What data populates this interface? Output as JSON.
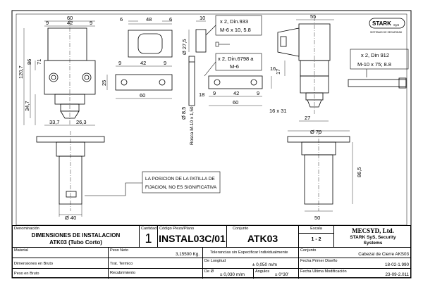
{
  "dims": {
    "d60a": "60",
    "d9a": "9",
    "d42a": "42",
    "d9b": "9",
    "d6a": "6",
    "d48": "48",
    "d6b": "6",
    "d10": "10",
    "d55": "55",
    "d86": "86",
    "d71": "71",
    "d1207": "120,7",
    "d25": "25",
    "d347": "34,7",
    "d337": "33,7",
    "d263": "26,3",
    "d275": "Ø 27,5",
    "d9c": "9",
    "d42b": "42",
    "d9d": "9",
    "d60b": "60",
    "d16": "16",
    "d17": "17",
    "d85": "Ø 8,5",
    "rosca": "Rosca M-10 x 1,50",
    "d18": "18",
    "d9e": "9",
    "d42c": "42",
    "d9f": "9",
    "d60c": "60",
    "d16x31": "16 x 31",
    "d27": "27",
    "d79": "Ø 79",
    "d865": "86,5",
    "d40": "Ø 40",
    "d50": "50"
  },
  "callouts": {
    "din933_l1": "x 2, Din.933",
    "din933_l2": "M-6 x 10, 5.8",
    "din6798_l1": "x 2, Din.6798 a",
    "din6798_l2": "M-6",
    "din912_l1": "x 2, Din 912",
    "din912_l2": "M-10 x 75; 8.8",
    "note_l1": "LA POSICION DE LA PATILLA DE",
    "note_l2": "FIJACION, NO ES SIGNIFICATIVA"
  },
  "logo": {
    "brand": "STARK",
    "suffix": "SyS",
    "subtitle": "SISTEMAS DE SEGURIDAD"
  },
  "title_block": {
    "denominacion_label": "Denominación",
    "title_l1": "DIMENSIONES DE INSTALACION",
    "title_l2": "ATK03 (Tubo Corto)",
    "cantidad_label": "Cantidad",
    "cantidad": "1",
    "codigo_label": "Código Pieza/Plano",
    "codigo": "INSTAL03C/01",
    "conjunto_label": "Conjunto",
    "conjunto": "ATK03",
    "escala_label": "Escala",
    "escala": "1 - 2",
    "company_l1": "MECSYD, Ltd.",
    "company_l2": "STARK SyS, Security",
    "company_l3": "Systems",
    "material_label": "Material",
    "peso_neto_label": "Peso Neto",
    "peso_neto": "3,15500 Kg.",
    "tolerancias": "Tolerancias sin Especificar Individualmente",
    "conjunto2_label": "Conjunto",
    "conjunto2": "Cabezal de Cierre AKS03",
    "dim_bruto_label": "Dimensiones en Bruto",
    "trat_label": "Trat. Termico",
    "long_label": "De Longitud",
    "long_val": "± 0,050 m/m",
    "fecha_disenio_label": "Fecha Primer Diseño",
    "fecha_disenio": "18-02-1.990",
    "peso_bruto_label": "Peso en Bruto",
    "recubrimiento_label": "Recubrimiento",
    "diam_label": "De Ø",
    "diam_val": "± 0,030 m/m",
    "angulos_label": "Angulos",
    "angulos_val": "± 0°30'",
    "fecha_mod_label": "Fecha Ultima Modificación",
    "fecha_mod": "23-09-2.011"
  }
}
